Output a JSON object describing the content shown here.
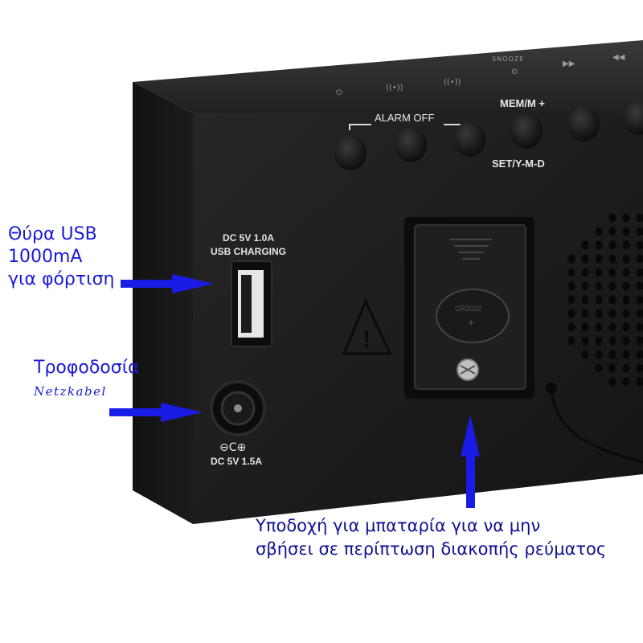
{
  "device": {
    "top_icons": [
      "⏻",
      "((•))",
      "((•))",
      "⊙",
      "▶▶",
      "◀◀"
    ],
    "snooze_label": "SNOOZE",
    "alarm_off_label": "ALARM OFF",
    "mem_label": "MEM/M +",
    "set_label": "SET/Y-M-D",
    "usb_spec_line1": "DC 5V 1.0A",
    "usb_spec_line2": "USB CHARGING",
    "dc_polarity_symbol": "⊖C⊕",
    "dc_spec": "DC 5V 1.5A",
    "warning_symbol": "!",
    "battery_coin_text": "CR2032",
    "battery_plus": "+"
  },
  "annotations": {
    "usb_label_line1": "Θύρα USB",
    "usb_label_line2": "1000mA",
    "usb_label_line3": "για φόρτιση",
    "power_label": "Τροφοδοσία",
    "power_sublabel": "Netzkabel",
    "battery_label_line1": "Υποδοχή για μπαταρία για να μην",
    "battery_label_line2": "σβήσει σε περίπτωση διακοπής ρεύματος"
  },
  "colors": {
    "body": "#1f1f1f",
    "top_face": "#2c2c2c",
    "arrow": "#1b1be6",
    "annotation_text": "#1a1ad8",
    "background": "#ffffff"
  }
}
